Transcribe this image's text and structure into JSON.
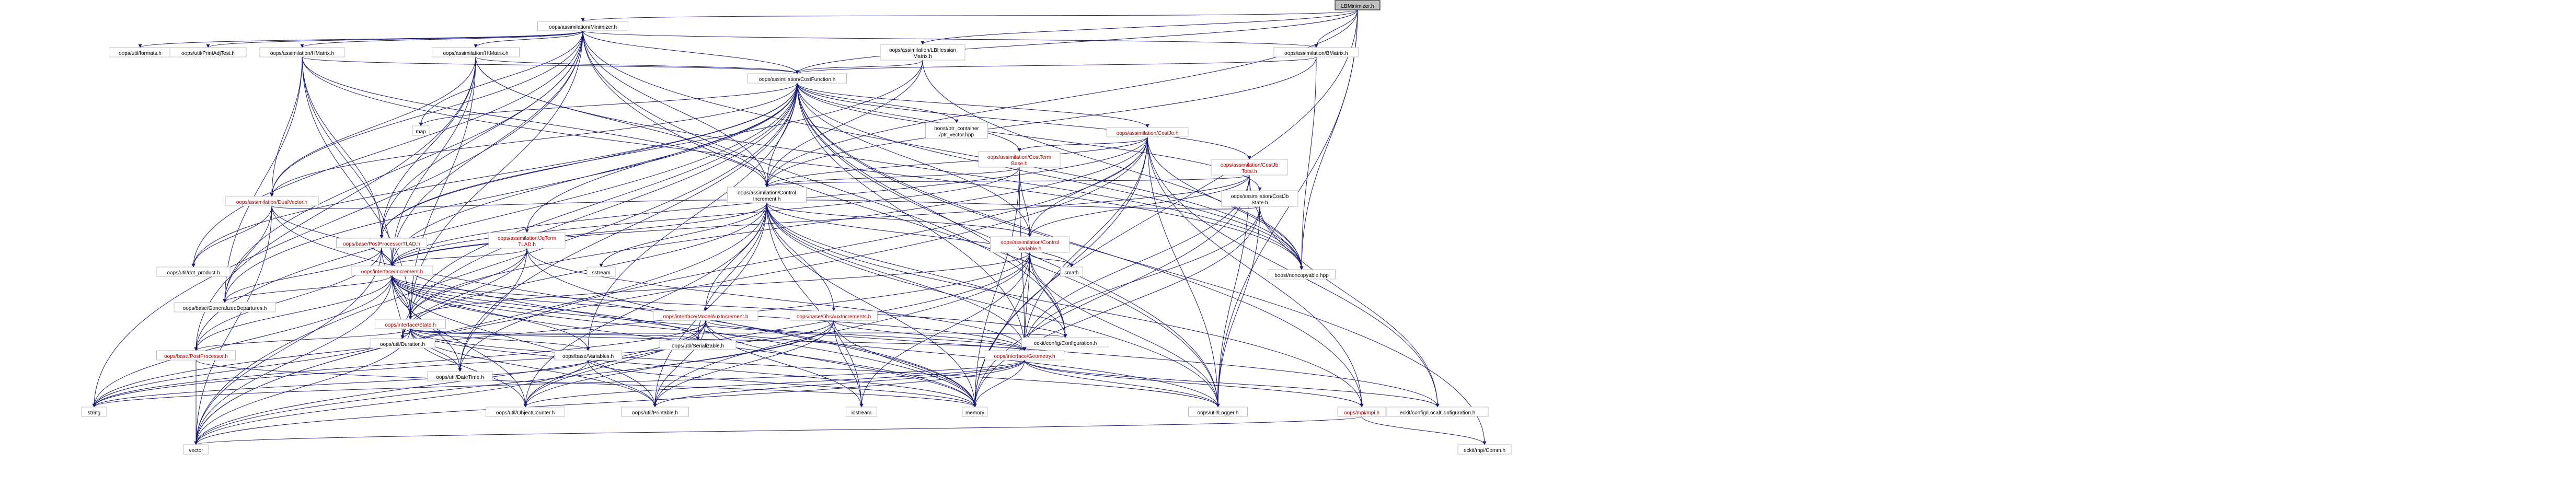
{
  "root": "LBMinimizer.h",
  "nodes": [
    {
      "id": "lbmin",
      "lines": [
        "LBMinimizer.h"
      ],
      "root": true
    },
    {
      "id": "minimizer",
      "lines": [
        "oops/assimilation/Minimizer.h"
      ]
    },
    {
      "id": "lbhessian",
      "lines": [
        "oops/assimilation/LBHessian",
        "Matrix.h"
      ]
    },
    {
      "id": "bmatrix",
      "lines": [
        "oops/assimilation/BMatrix.h"
      ]
    },
    {
      "id": "formats",
      "lines": [
        "oops/util/formats.h"
      ]
    },
    {
      "id": "printadjtest",
      "lines": [
        "oops/util/PrintAdjTest.h"
      ]
    },
    {
      "id": "hmatrix",
      "lines": [
        "oops/assimilation/HMatrix.h"
      ]
    },
    {
      "id": "hmatrix2",
      "lines": [
        "oops/assimilation/HtMatrix.h"
      ]
    },
    {
      "id": "costfunction",
      "lines": [
        "oops/assimilation/CostFunction.h"
      ]
    },
    {
      "id": "map",
      "lines": [
        "map"
      ]
    },
    {
      "id": "ptrvector",
      "lines": [
        "boost/ptr_container",
        "/ptr_vector.hpp"
      ]
    },
    {
      "id": "costjo",
      "lines": [
        "oops/assimilation/CostJo.h"
      ],
      "red": true
    },
    {
      "id": "costtermbase",
      "lines": [
        "oops/assimilation/CostTerm",
        "Base.h"
      ],
      "red": true
    },
    {
      "id": "costjbtotal",
      "lines": [
        "oops/assimilation/CostJb",
        "Total.h"
      ],
      "red": true
    },
    {
      "id": "costjbstate",
      "lines": [
        "oops/assimilation/CostJb",
        "State.h"
      ]
    },
    {
      "id": "dualvector",
      "lines": [
        "oops/assimilation/DualVector.h"
      ],
      "red": true
    },
    {
      "id": "controlincrement",
      "lines": [
        "oops/assimilation/Control",
        "Increment.h"
      ]
    },
    {
      "id": "jqterm",
      "lines": [
        "oops/assimilation/JqTerm",
        "TLAD.h"
      ],
      "red": true
    },
    {
      "id": "postprocessortlad",
      "lines": [
        "oops/base/PostProcessorTLAD.h"
      ],
      "red": true
    },
    {
      "id": "controlvariable",
      "lines": [
        "oops/assimilation/Control",
        "Variable.h"
      ],
      "red": true
    },
    {
      "id": "increment",
      "lines": [
        "oops/interface/Increment.h"
      ],
      "red": true
    },
    {
      "id": "dotproduct",
      "lines": [
        "oops/util/dot_product.h"
      ]
    },
    {
      "id": "gendepartures",
      "lines": [
        "oops/base/GeneralizedDepartures.h"
      ]
    },
    {
      "id": "sstream",
      "lines": [
        "sstream"
      ]
    },
    {
      "id": "modelauxincrement",
      "lines": [
        "oops/interface/ModelAuxIncrement.h"
      ],
      "red": true
    },
    {
      "id": "obsauxincrements",
      "lines": [
        "oops/base/ObsAuxIncrements.h"
      ],
      "red": true
    },
    {
      "id": "cmath",
      "lines": [
        "cmath"
      ]
    },
    {
      "id": "noncopyable",
      "lines": [
        "boost/noncopyable.hpp"
      ]
    },
    {
      "id": "state",
      "lines": [
        "oops/interface/State.h"
      ],
      "red": true
    },
    {
      "id": "duration",
      "lines": [
        "oops/util/Duration.h"
      ]
    },
    {
      "id": "serializable",
      "lines": [
        "oops/util/Serializable.h"
      ]
    },
    {
      "id": "configuration",
      "lines": [
        "eckit/config/Configuration.h"
      ]
    },
    {
      "id": "postprocessor",
      "lines": [
        "oops/base/PostProcessor.h"
      ],
      "red": true
    },
    {
      "id": "variables",
      "lines": [
        "oops/base/Variables.h"
      ]
    },
    {
      "id": "geometry",
      "lines": [
        "oops/interface/Geometry.h"
      ],
      "red": true
    },
    {
      "id": "datetime",
      "lines": [
        "oops/util/DateTime.h"
      ]
    },
    {
      "id": "string",
      "lines": [
        "string"
      ]
    },
    {
      "id": "objectcounter",
      "lines": [
        "oops/util/ObjectCounter.h"
      ]
    },
    {
      "id": "printable",
      "lines": [
        "oops/util/Printable.h"
      ]
    },
    {
      "id": "iostream",
      "lines": [
        "iostream"
      ]
    },
    {
      "id": "memory",
      "lines": [
        "memory"
      ]
    },
    {
      "id": "logger",
      "lines": [
        "oops/util/Logger.h"
      ]
    },
    {
      "id": "mpi",
      "lines": [
        "oops/mpi/mpi.h"
      ],
      "red": true
    },
    {
      "id": "localconfig",
      "lines": [
        "eckit/config/LocalConfiguration.h"
      ]
    },
    {
      "id": "vector",
      "lines": [
        "vector"
      ]
    },
    {
      "id": "comm",
      "lines": [
        "eckit/mpi/Comm.h"
      ]
    }
  ],
  "edges": [
    [
      "lbmin",
      "minimizer"
    ],
    [
      "lbmin",
      "lbhessian"
    ],
    [
      "lbmin",
      "bmatrix"
    ],
    [
      "lbmin",
      "costfunction"
    ],
    [
      "lbmin",
      "controlincrement"
    ],
    [
      "lbmin",
      "memory"
    ],
    [
      "lbmin",
      "logger"
    ],
    [
      "lbmin",
      "noncopyable"
    ],
    [
      "minimizer",
      "formats"
    ],
    [
      "minimizer",
      "printadjtest"
    ],
    [
      "minimizer",
      "hmatrix"
    ],
    [
      "minimizer",
      "hmatrix2"
    ],
    [
      "minimizer",
      "costfunction"
    ],
    [
      "minimizer",
      "dualvector"
    ],
    [
      "minimizer",
      "controlincrement"
    ],
    [
      "minimizer",
      "map"
    ],
    [
      "minimizer",
      "postprocessortlad"
    ],
    [
      "minimizer",
      "increment"
    ],
    [
      "minimizer",
      "state"
    ],
    [
      "minimizer",
      "dotproduct"
    ],
    [
      "minimizer",
      "configuration"
    ],
    [
      "minimizer",
      "string"
    ],
    [
      "minimizer",
      "noncopyable"
    ],
    [
      "minimizer",
      "bmatrix"
    ],
    [
      "minimizer",
      "logger"
    ],
    [
      "minimizer",
      "gendepartures"
    ],
    [
      "lbhessian",
      "costfunction"
    ],
    [
      "lbhessian",
      "controlincrement"
    ],
    [
      "lbhessian",
      "noncopyable"
    ],
    [
      "lbhessian",
      "postprocessortlad"
    ],
    [
      "bmatrix",
      "costfunction"
    ],
    [
      "bmatrix",
      "controlincrement"
    ],
    [
      "bmatrix",
      "noncopyable"
    ],
    [
      "hmatrix",
      "costfunction"
    ],
    [
      "hmatrix",
      "dualvector"
    ],
    [
      "hmatrix",
      "controlincrement"
    ],
    [
      "hmatrix",
      "postprocessortlad"
    ],
    [
      "hmatrix",
      "increment"
    ],
    [
      "hmatrix",
      "state"
    ],
    [
      "hmatrix",
      "noncopyable"
    ],
    [
      "hmatrix",
      "gendepartures"
    ],
    [
      "hmatrix2",
      "costfunction"
    ],
    [
      "hmatrix2",
      "dualvector"
    ],
    [
      "hmatrix2",
      "controlincrement"
    ],
    [
      "hmatrix2",
      "postprocessortlad"
    ],
    [
      "hmatrix2",
      "increment"
    ],
    [
      "hmatrix2",
      "state"
    ],
    [
      "hmatrix2",
      "noncopyable"
    ],
    [
      "hmatrix2",
      "postprocessor"
    ],
    [
      "costfunction",
      "map"
    ],
    [
      "costfunction",
      "ptrvector"
    ],
    [
      "costfunction",
      "costjo"
    ],
    [
      "costfunction",
      "costtermbase"
    ],
    [
      "costfunction",
      "costjbtotal"
    ],
    [
      "costfunction",
      "costjbstate"
    ],
    [
      "costfunction",
      "dualvector"
    ],
    [
      "costfunction",
      "controlincrement"
    ],
    [
      "costfunction",
      "jqterm"
    ],
    [
      "costfunction",
      "postprocessortlad"
    ],
    [
      "costfunction",
      "controlvariable"
    ],
    [
      "costfunction",
      "increment"
    ],
    [
      "costfunction",
      "state"
    ],
    [
      "costfunction",
      "geometry"
    ],
    [
      "costfunction",
      "postprocessor"
    ],
    [
      "costfunction",
      "datetime"
    ],
    [
      "costfunction",
      "duration"
    ],
    [
      "costfunction",
      "logger"
    ],
    [
      "costfunction",
      "variables"
    ],
    [
      "costfunction",
      "noncopyable"
    ],
    [
      "costfunction",
      "configuration"
    ],
    [
      "costfunction",
      "mpi"
    ],
    [
      "costfunction",
      "comm"
    ],
    [
      "costfunction",
      "vector"
    ],
    [
      "costfunction",
      "dotproduct"
    ],
    [
      "costfunction",
      "gendepartures"
    ],
    [
      "costjo",
      "costtermbase"
    ],
    [
      "costjo",
      "controlincrement"
    ],
    [
      "costjo",
      "controlvariable"
    ],
    [
      "costjo",
      "increment"
    ],
    [
      "costjo",
      "state"
    ],
    [
      "costjo",
      "geometry"
    ],
    [
      "costjo",
      "noncopyable"
    ],
    [
      "costjo",
      "memory"
    ],
    [
      "costjo",
      "logger"
    ],
    [
      "costjo",
      "localconfig"
    ],
    [
      "costjo",
      "vector"
    ],
    [
      "costjo",
      "mpi"
    ],
    [
      "costjo",
      "datetime"
    ],
    [
      "costtermbase",
      "controlincrement"
    ],
    [
      "costtermbase",
      "controlvariable"
    ],
    [
      "costtermbase",
      "geometry"
    ],
    [
      "costtermbase",
      "increment"
    ],
    [
      "costtermbase",
      "memory"
    ],
    [
      "costjbtotal",
      "controlincrement"
    ],
    [
      "costjbtotal",
      "controlvariable"
    ],
    [
      "costjbtotal",
      "geometry"
    ],
    [
      "costjbtotal",
      "increment"
    ],
    [
      "costjbtotal",
      "memory"
    ],
    [
      "costjbtotal",
      "logger"
    ],
    [
      "costjbtotal",
      "localconfig"
    ],
    [
      "costjbstate",
      "controlincrement"
    ],
    [
      "costjbstate",
      "geometry"
    ],
    [
      "costjbstate",
      "noncopyable"
    ],
    [
      "costjbstate",
      "logger"
    ],
    [
      "costjbstate",
      "memory"
    ],
    [
      "dualvector",
      "controlincrement"
    ],
    [
      "dualvector",
      "increment"
    ],
    [
      "dualvector",
      "dotproduct"
    ],
    [
      "dualvector",
      "gendepartures"
    ],
    [
      "dualvector",
      "memory"
    ],
    [
      "dualvector",
      "vector"
    ],
    [
      "controlincrement",
      "increment"
    ],
    [
      "controlincrement",
      "sstream"
    ],
    [
      "controlincrement",
      "modelauxincrement"
    ],
    [
      "controlincrement",
      "obsauxincrements"
    ],
    [
      "controlincrement",
      "cmath"
    ],
    [
      "controlincrement",
      "controlvariable"
    ],
    [
      "controlincrement",
      "geometry"
    ],
    [
      "controlincrement",
      "duration"
    ],
    [
      "controlincrement",
      "serializable"
    ],
    [
      "controlincrement",
      "configuration"
    ],
    [
      "controlincrement",
      "logger"
    ],
    [
      "controlincrement",
      "iostream"
    ],
    [
      "controlincrement",
      "memory"
    ],
    [
      "controlincrement",
      "vector"
    ],
    [
      "controlincrement",
      "printable"
    ],
    [
      "controlincrement",
      "objectcounter"
    ],
    [
      "controlincrement",
      "mpi"
    ],
    [
      "jqterm",
      "increment"
    ],
    [
      "jqterm",
      "state"
    ],
    [
      "jqterm",
      "geometry"
    ],
    [
      "jqterm",
      "duration"
    ],
    [
      "jqterm",
      "datetime"
    ],
    [
      "jqterm",
      "memory"
    ],
    [
      "postprocessortlad",
      "increment"
    ],
    [
      "postprocessortlad",
      "state"
    ],
    [
      "postprocessortlad",
      "gendepartures"
    ],
    [
      "postprocessortlad",
      "memory"
    ],
    [
      "postprocessortlad",
      "vector"
    ],
    [
      "postprocessortlad",
      "postprocessor"
    ],
    [
      "controlvariable",
      "state"
    ],
    [
      "controlvariable",
      "geometry"
    ],
    [
      "controlvariable",
      "memory"
    ],
    [
      "controlvariable",
      "cmath"
    ],
    [
      "controlvariable",
      "configuration"
    ],
    [
      "controlvariable",
      "iostream"
    ],
    [
      "controlvariable",
      "printable"
    ],
    [
      "controlvariable",
      "string"
    ],
    [
      "controlvariable",
      "objectcounter"
    ],
    [
      "controlvariable",
      "logger"
    ],
    [
      "increment",
      "state"
    ],
    [
      "increment",
      "geometry"
    ],
    [
      "increment",
      "gendepartures"
    ],
    [
      "increment",
      "duration"
    ],
    [
      "increment",
      "serializable"
    ],
    [
      "increment",
      "configuration"
    ],
    [
      "increment",
      "postprocessor"
    ],
    [
      "increment",
      "variables"
    ],
    [
      "increment",
      "datetime"
    ],
    [
      "increment",
      "string"
    ],
    [
      "increment",
      "objectcounter"
    ],
    [
      "increment",
      "printable"
    ],
    [
      "increment",
      "memory"
    ],
    [
      "increment",
      "vector"
    ],
    [
      "increment",
      "logger"
    ],
    [
      "increment",
      "localconfig"
    ],
    [
      "modelauxincrement",
      "geometry"
    ],
    [
      "modelauxincrement",
      "string"
    ],
    [
      "modelauxincrement",
      "objectcounter"
    ],
    [
      "modelauxincrement",
      "printable"
    ],
    [
      "modelauxincrement",
      "iostream"
    ],
    [
      "modelauxincrement",
      "memory"
    ],
    [
      "modelauxincrement",
      "serializable"
    ],
    [
      "modelauxincrement",
      "vector"
    ],
    [
      "obsauxincrements",
      "geometry"
    ],
    [
      "obsauxincrements",
      "string"
    ],
    [
      "obsauxincrements",
      "objectcounter"
    ],
    [
      "obsauxincrements",
      "printable"
    ],
    [
      "obsauxincrements",
      "iostream"
    ],
    [
      "obsauxincrements",
      "memory"
    ],
    [
      "obsauxincrements",
      "vector"
    ],
    [
      "state",
      "geometry"
    ],
    [
      "state",
      "duration"
    ],
    [
      "state",
      "serializable"
    ],
    [
      "state",
      "configuration"
    ],
    [
      "state",
      "postprocessor"
    ],
    [
      "state",
      "variables"
    ],
    [
      "state",
      "datetime"
    ],
    [
      "state",
      "string"
    ],
    [
      "state",
      "objectcounter"
    ],
    [
      "state",
      "printable"
    ],
    [
      "state",
      "memory"
    ],
    [
      "state",
      "vector"
    ],
    [
      "state",
      "logger"
    ],
    [
      "postprocessor",
      "memory"
    ],
    [
      "postprocessor",
      "vector"
    ],
    [
      "variables",
      "string"
    ],
    [
      "variables",
      "vector"
    ],
    [
      "variables",
      "printable"
    ],
    [
      "variables",
      "memory"
    ],
    [
      "geometry",
      "objectcounter"
    ],
    [
      "geometry",
      "printable"
    ],
    [
      "geometry",
      "memory"
    ],
    [
      "geometry",
      "logger"
    ],
    [
      "geometry",
      "mpi"
    ],
    [
      "geometry",
      "vector"
    ],
    [
      "geometry",
      "string"
    ],
    [
      "geometry",
      "localconfig"
    ],
    [
      "mpi",
      "comm"
    ],
    [
      "mpi",
      "vector"
    ]
  ]
}
